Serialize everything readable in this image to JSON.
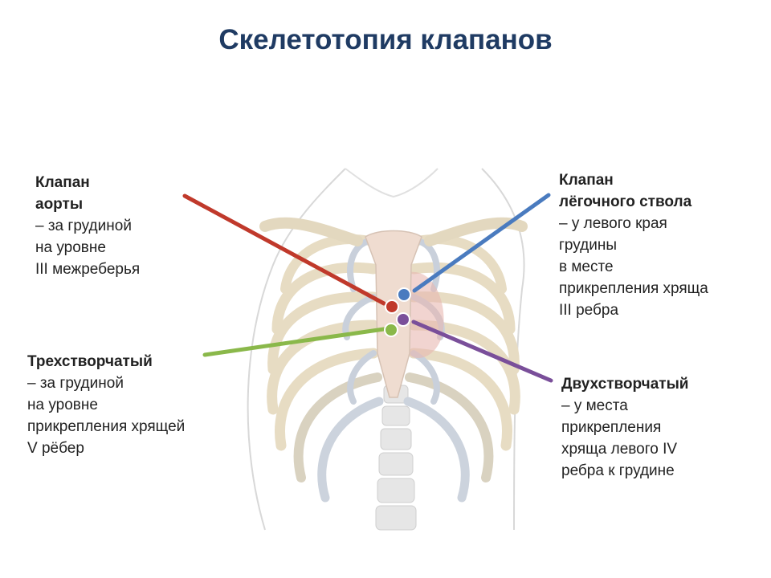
{
  "title": "Скелетотопия клапанов",
  "colors": {
    "title": "#1f3b63",
    "aortic": "#c0392b",
    "pulmonary": "#4a7bbf",
    "tricuspid": "#8ab84a",
    "mitral": "#7a4f9a"
  },
  "labels": {
    "aortic": {
      "head": [
        "Клапан",
        "аорты"
      ],
      "lines": [
        "– за грудиной",
        "на уровне",
        "III межреберья"
      ]
    },
    "pulmonary": {
      "head": [
        "Клапан",
        "лёгочного ствола"
      ],
      "lines": [
        "– у левого края",
        "грудины",
        "в месте",
        "прикрепления хряща",
        "III ребра"
      ]
    },
    "tricuspid": {
      "head": [
        "Трехстворчатый"
      ],
      "lines": [
        "– за грудиной",
        "на уровне",
        "прикрепления хрящей",
        "V рёбер"
      ]
    },
    "mitral": {
      "head": [
        "Двухстворчатый"
      ],
      "lines": [
        "– у места",
        "прикрепления",
        "хряща левого IV",
        "ребра к грудине"
      ]
    }
  }
}
